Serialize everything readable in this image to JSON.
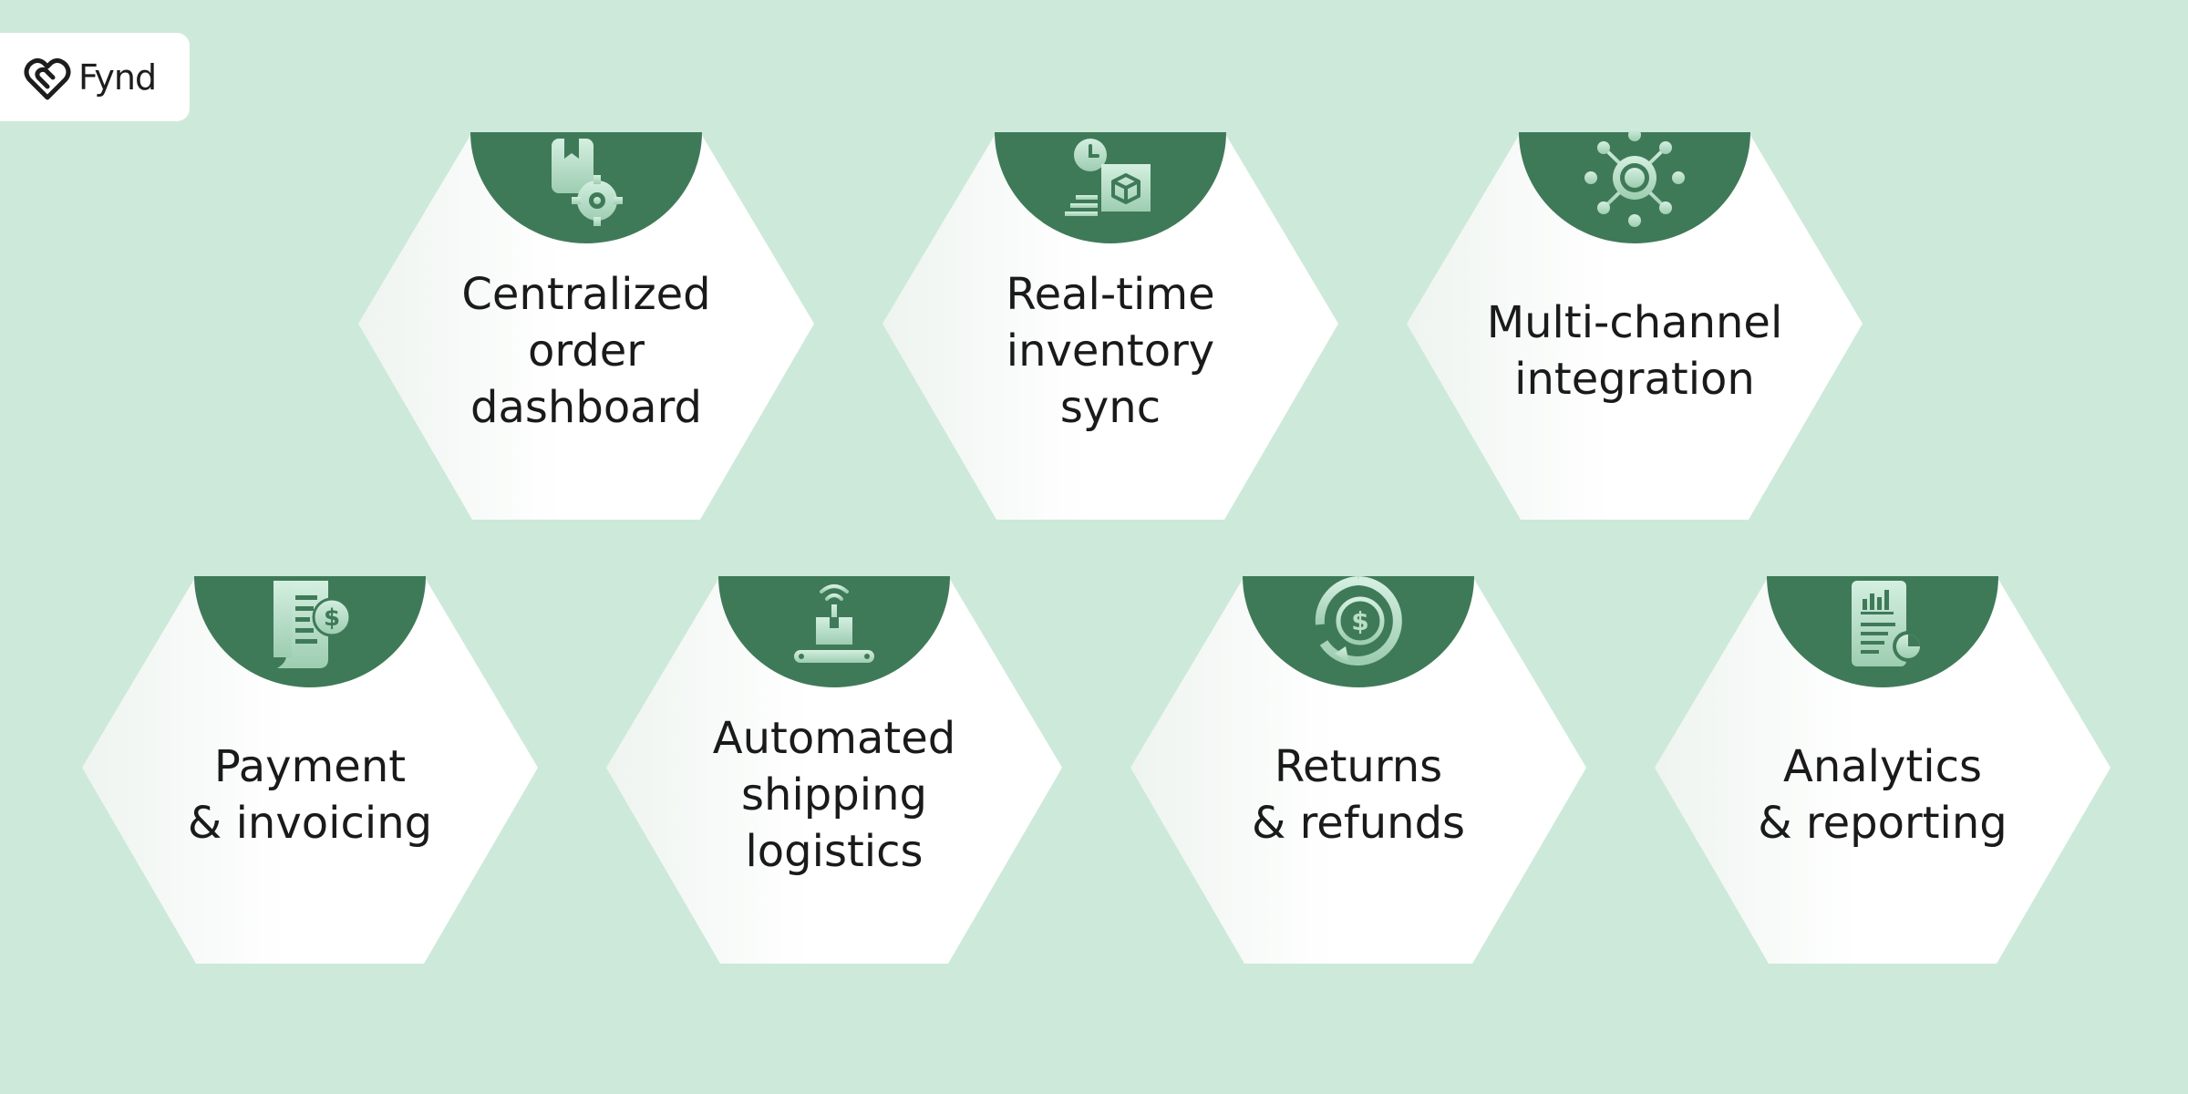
{
  "brand": {
    "name": "Fynd"
  },
  "colors": {
    "background": "#cde9da",
    "accent": "#3f7a58",
    "hex_fill": "#ffffff",
    "icon_light": "#b9dec8"
  },
  "features": [
    {
      "lines": [
        "Centralized",
        "order",
        "dashboard"
      ],
      "icon": "order-settings-icon"
    },
    {
      "lines": [
        "Real-time",
        "inventory",
        "sync"
      ],
      "icon": "clock-box-icon"
    },
    {
      "lines": [
        "Multi-channel",
        "integration"
      ],
      "icon": "network-gear-icon"
    },
    {
      "lines": [
        "Payment",
        "& invoicing"
      ],
      "icon": "invoice-dollar-icon"
    },
    {
      "lines": [
        "Automated",
        "shipping",
        "logistics"
      ],
      "icon": "conveyor-package-icon"
    },
    {
      "lines": [
        "Returns",
        "& refunds"
      ],
      "icon": "refund-dollar-icon"
    },
    {
      "lines": [
        "Analytics",
        "& reporting"
      ],
      "icon": "report-chart-icon"
    }
  ]
}
